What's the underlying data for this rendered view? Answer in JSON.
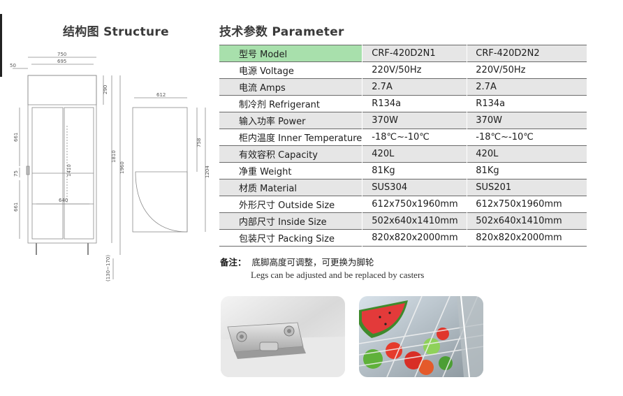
{
  "structure": {
    "title": "结构图 Structure",
    "dims": {
      "top_width": "750",
      "inner_width": "695",
      "left_offset": "50",
      "top_height": "290",
      "door_upper": "661",
      "gap": "75",
      "door_lower": "661",
      "inner_height": "1410",
      "shelf_width": "640",
      "body_height": "1810",
      "total_height": "1960",
      "leg_range": "(130~170)",
      "side_width": "612",
      "side_upper": "758",
      "side_lower": "1204"
    }
  },
  "parameter": {
    "title": "技术参数 Parameter",
    "rows": [
      {
        "label": "型号 Model",
        "v1": "CRF-420D2N1",
        "v2": "CRF-420D2N2"
      },
      {
        "label": "电源 Voltage",
        "v1": "220V/50Hz",
        "v2": "220V/50Hz"
      },
      {
        "label": "电流 Amps",
        "v1": "2.7A",
        "v2": "2.7A"
      },
      {
        "label": "制冷剂 Refrigerant",
        "v1": "R134a",
        "v2": "R134a"
      },
      {
        "label": "输入功率 Power",
        "v1": "370W",
        "v2": "370W"
      },
      {
        "label": "柜内温度 Inner Temperature",
        "v1": "-18℃~-10℃",
        "v2": "-18℃~-10℃"
      },
      {
        "label": "有效容积 Capacity",
        "v1": "420L",
        "v2": "420L"
      },
      {
        "label": "净重 Weight",
        "v1": "81Kg",
        "v2": "81Kg"
      },
      {
        "label": "材质 Material",
        "v1": "SUS304",
        "v2": "SUS201"
      },
      {
        "label": "外形尺寸 Outside Size",
        "v1": "612x750x1960mm",
        "v2": "612x750x1960mm"
      },
      {
        "label": "内部尺寸 Inside Size",
        "v1": "502x640x1410mm",
        "v2": "502x640x1410mm"
      },
      {
        "label": "包装尺寸 Packing Size",
        "v1": "820x820x2000mm",
        "v2": "820x820x2000mm"
      }
    ]
  },
  "note": {
    "label": "备注：",
    "text_cn": "底脚高度可调整，可更换为脚轮",
    "text_en": "Legs can be adjusted and be replaced by casters"
  },
  "colors": {
    "accent_green": "#a8e0ac",
    "row_shade": "#e6e6e6",
    "line": "#6a6a6a"
  }
}
